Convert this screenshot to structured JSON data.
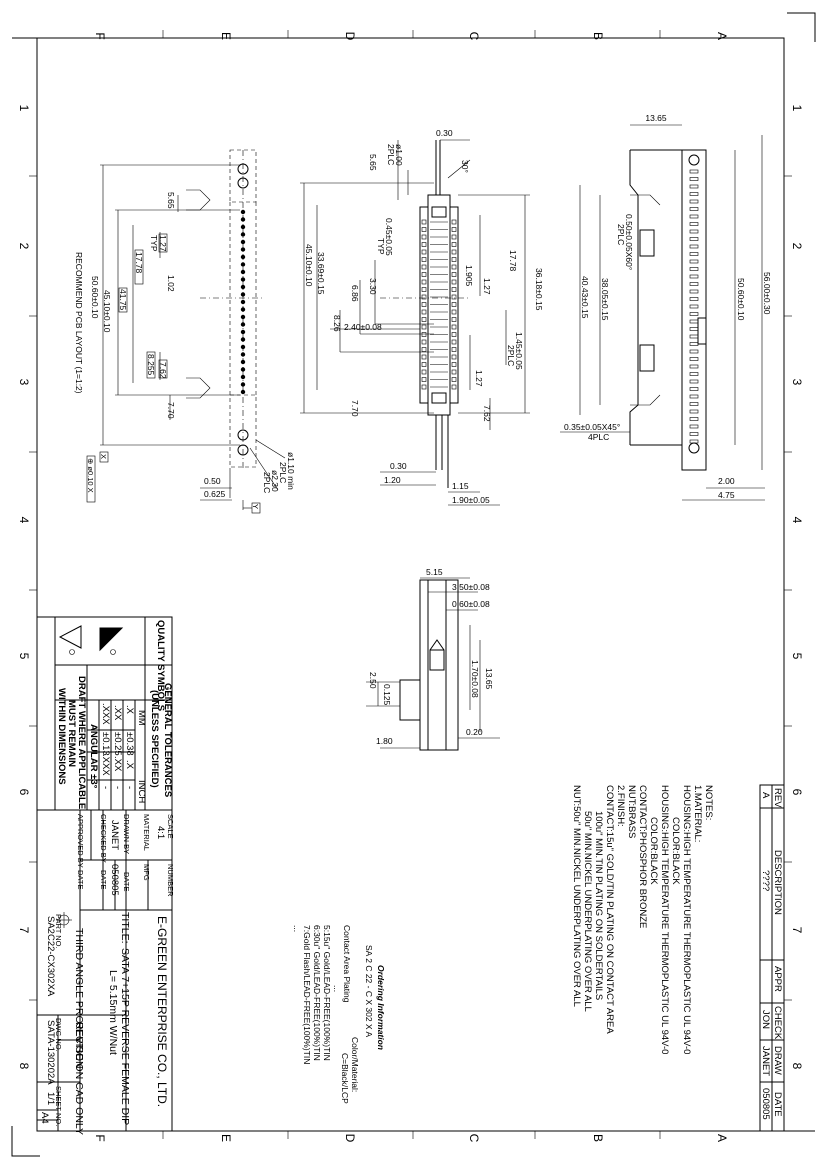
{
  "grid": {
    "letters": [
      "F",
      "E",
      "D",
      "C",
      "B",
      "A"
    ],
    "numbers": [
      "1",
      "2",
      "3",
      "4",
      "5",
      "6",
      "7",
      "8"
    ]
  },
  "view_left": {
    "dims": [
      "5.65",
      "1.27",
      "TYP",
      "17.78",
      "1.02",
      "41.75",
      "45.10±0.10",
      "50.60±0.10",
      "7.62",
      "8.255",
      "7.70",
      "0.50",
      "0.625",
      "ø1.10 min",
      "2PLC",
      "ø2.30",
      "2PLC",
      "⊕ ø0.10 X",
      "X",
      "Y"
    ],
    "layout_label": "RECOMMEND PCB LAYOUT (1=1:2)"
  },
  "view_center": {
    "dims": [
      "0.30",
      "ø1.00",
      "2PLC",
      "5.65",
      "30°",
      "0.45±0.05",
      "TYP",
      "33.69±0.15",
      "45.10±0.10",
      "3.30",
      "6.86",
      "8.26",
      "2.40±0.08",
      "17.78",
      "1.905",
      "1.27",
      "36.18±0.15",
      "1.45±0.05",
      "2PLC",
      "1.27",
      "7.70",
      "7.62",
      "0.30",
      "1.20",
      "1.15",
      "1.90±0.05"
    ]
  },
  "view_right": {
    "dims": [
      "13.65",
      "0.50±0.05X60°",
      "2PLC",
      "38.05±0.15",
      "40.43±0.15",
      "50.60±0.10",
      "56.00±0.30",
      "0.35±0.05X45°",
      "4PLC",
      "2.00",
      "4.75"
    ]
  },
  "view_bottom": {
    "dims": [
      "5.15",
      "3.50±0.08",
      "0.60±0.08",
      "13.65",
      "1.70±0.08",
      "0.125",
      "2.50",
      "0.20",
      "1.80"
    ]
  },
  "notes": {
    "lines": [
      "NOTES:",
      "1.MATERIAL:",
      "HOUSING:HIGH TEMPERATURE THERMOPLASTIC UL 94V-0",
      "COLOR:BLACK",
      "HOUSING:HIGH TEMPERATURE THERMOPLASTIC UL 94V-0",
      "COLOR:BLACK",
      "CONTACT:PHOSPHOR BRONZE",
      "NUT:BRASS",
      "2.FINISH:",
      "CONTACT:15u\" GOLD/TIN PLATING ON CONTACT AREA",
      "100u\" MIN.TIN PLATING ON SOLDERTAILS",
      "50u\" MIN.NICKEL UNDERPLATING OVER ALL",
      "NUT:50u\" MIN.NICKEL UNDERPLATING OVER ALL"
    ]
  },
  "ordering": {
    "title": "Ordering Information",
    "code": "SA 2 C 22 - C X 302 X A",
    "lines": [
      "Contact Area Plating",
      "...",
      "5:15u\" Gold/LEAD-FREE(100%)TIN",
      "6:30u\" Gold/LEAD-FREE(100%)TIN",
      "7:Gold Flash/LEAD-FREE(100%)TIN",
      "..."
    ],
    "color_lines": [
      "Color/Material:",
      "C=Black/LCP"
    ]
  },
  "revision": {
    "headers": [
      "REV",
      "DESCRIPTION",
      "APPR",
      "CHECK",
      "DRAW",
      "DATE"
    ],
    "row": [
      "A",
      "????",
      "",
      "JON",
      "JANET",
      "050805"
    ]
  },
  "title_block": {
    "quality_symbols": "QUALITY SYMBOLS",
    "tol_title": "GENERAL TOLERANCES",
    "tol_sub": "(UNLESS SPECIFIED)",
    "tol_headers": [
      "MM",
      "INCH"
    ],
    "tol_rows": [
      [
        ".X",
        "±0.38",
        ".X",
        "-"
      ],
      [
        ".XX",
        "±0.25",
        ".XX",
        "-"
      ],
      [
        ".XXX",
        "±0.13",
        ".XXX",
        "-"
      ]
    ],
    "angular": "ANGULAR ±3°",
    "draft": [
      "DRAFT WHERE APPLICABLE",
      "MUST REMAIN",
      "WITHIN DIMENSIONS"
    ],
    "scale_label": "SCALE",
    "scale": "4:1",
    "material_label": "MATERIAL",
    "number_label": "NUMBER",
    "mfg_label": "MFG",
    "drawn_label": "DRAWN BY",
    "drawn_by": "JANET",
    "date_label": "DATE",
    "date": "050805",
    "checked_label": "CHECKED BY",
    "checked_date_label": "DATE",
    "approved_label": "APPROVED BY",
    "approved_date_label": "DATE",
    "company": "E-GREEN ENTERPRISE CO., LTD.",
    "title_label": "TITLE:",
    "title_line1": "SATA 7+15P REVERSE FEMALE DIP",
    "title_line2": "L= 5.15mm W/Nut",
    "projection": "THIRD ANGLE PROJECTION",
    "revise": "REVISE ON CAD ONLY",
    "part_label": "PART NO.",
    "part_no": "SA2C22-CX302XA",
    "dwg_label": "DWG NO.",
    "dwg_no": "SATA-130202A",
    "sheet_label": "SHEET NO.",
    "sheet": "1/1",
    "size": "A4"
  }
}
